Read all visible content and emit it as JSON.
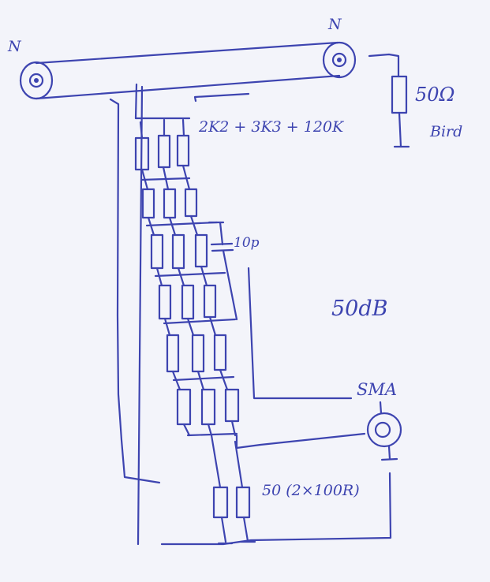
{
  "labels": {
    "n_left": "N",
    "n_right": "N",
    "termination": "50Ω",
    "bird": "Bird",
    "resistors": "2K2 + 3K3 + 120K",
    "cap": "10p",
    "attenuation": "50dB",
    "sma": "SMA",
    "bottom_load": "50 (2×100R)"
  },
  "colors": {
    "ink": "#3d44b0",
    "paper": "#f3f4fa"
  }
}
